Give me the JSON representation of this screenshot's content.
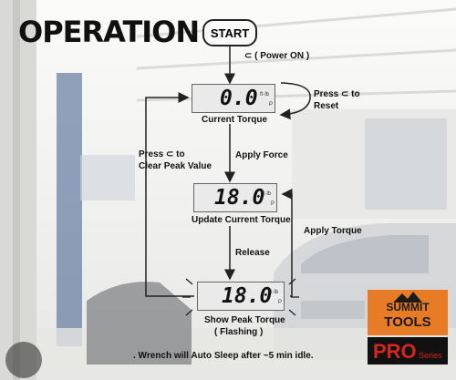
{
  "title": "OPERATION",
  "start": "START",
  "power_on": "⊂ ( Power ON )",
  "press_reset_1": "Press  ⊂  to",
  "press_reset_2": "Reset",
  "current_torque": "Current  Torque",
  "apply_force": "Apply Force",
  "press_clear_1": "Press ⊂  to",
  "press_clear_2": "Clear Peak Value",
  "update_current_torque": "Update  Current Torque",
  "apply_torque": "Apply Torque",
  "release": "Release",
  "show_peak_1": "Show Peak Torque",
  "show_peak_2": "( Flashing )",
  "footnote": ". Wrench will Auto Sleep after ~5 min idle.",
  "display_1": {
    "value": "0.0",
    "unit": "ft·lb",
    "indicator": "P"
  },
  "display_2": {
    "value": "18.0",
    "unit": "ft·lb",
    "indicator": "P"
  },
  "display_3": {
    "value": "18.0",
    "unit": "ft·lb",
    "indicator": "P"
  },
  "logo": {
    "line1": "SUMMIT",
    "line2": "TOOLS"
  },
  "pro_badge": {
    "pro": "PRO",
    "series": "Series"
  }
}
